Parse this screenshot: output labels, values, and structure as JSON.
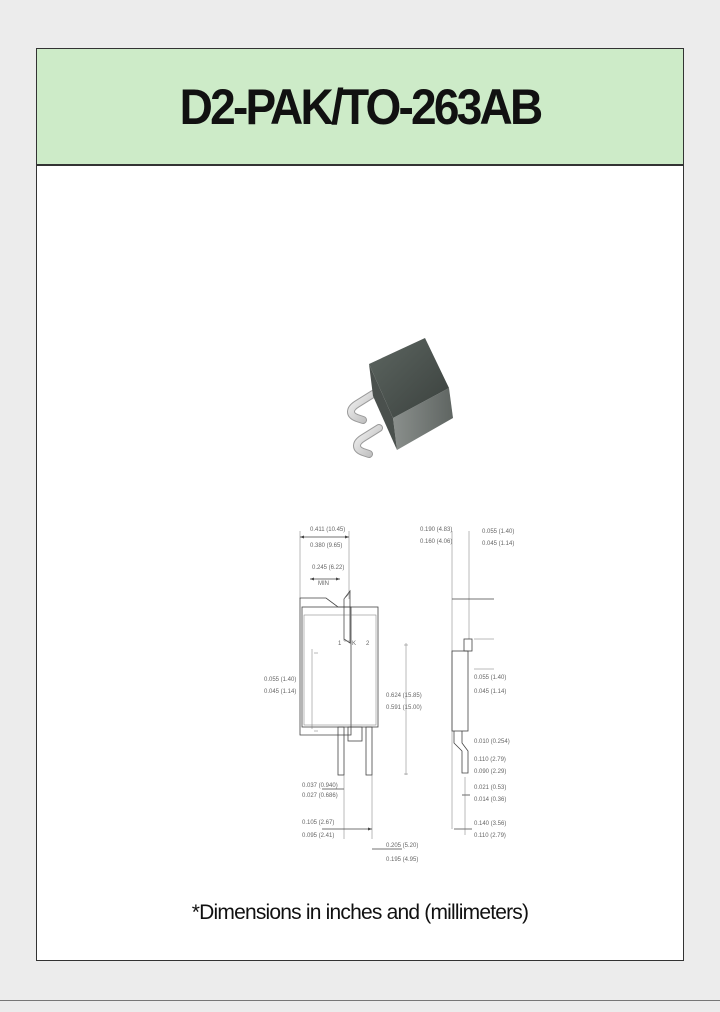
{
  "title": "D2-PAK/TO-263AB",
  "footnote": "*Dimensions in inches and (millimeters)",
  "colors": {
    "header_bg": "#cdebc8",
    "border": "#333333",
    "body_bg": "#ffffff"
  },
  "drawing": {
    "front": {
      "overall_width_max": "0.411 (10.45)",
      "overall_width_min": "0.380 (9.65)",
      "tab_width_max": "0.245 (6.22)",
      "tab_width_min": "MIN",
      "left_height_max": "0.055 (1.40)",
      "left_height_min": "0.045 (1.14)",
      "body_height_max": "0.624 (15.85)",
      "body_height_min": "0.591 (15.00)",
      "lead_width_max": "0.037 (0.940)",
      "lead_width_min": "0.027 (0.686)",
      "pitch_max": "0.105 (2.67)",
      "pitch_min": "0.095 (2.41)",
      "span_max": "0.205 (5.20)",
      "span_min": "0.195 (4.95)",
      "pin_labels": [
        "1",
        "K",
        "2"
      ]
    },
    "side": {
      "thickness_max": "0.190 (4.83)",
      "thickness_min": "0.160 (4.06)",
      "tab_max": "0.055 (1.40)",
      "tab_min": "0.045 (1.14)",
      "tab_height": "0.055 (1.40)",
      "tab_height_min": "0.045 (1.14)",
      "lead_bend_max": "0.010 (0.254)",
      "lead_thick_max": "0.110 (2.79)",
      "lead_thick_min": "0.090 (2.29)",
      "foot_max": "0.021 (0.53)",
      "foot_min": "0.014 (0.36)",
      "standoff_max": "0.140 (3.56)",
      "standoff_min": "0.110 (2.79)"
    }
  }
}
